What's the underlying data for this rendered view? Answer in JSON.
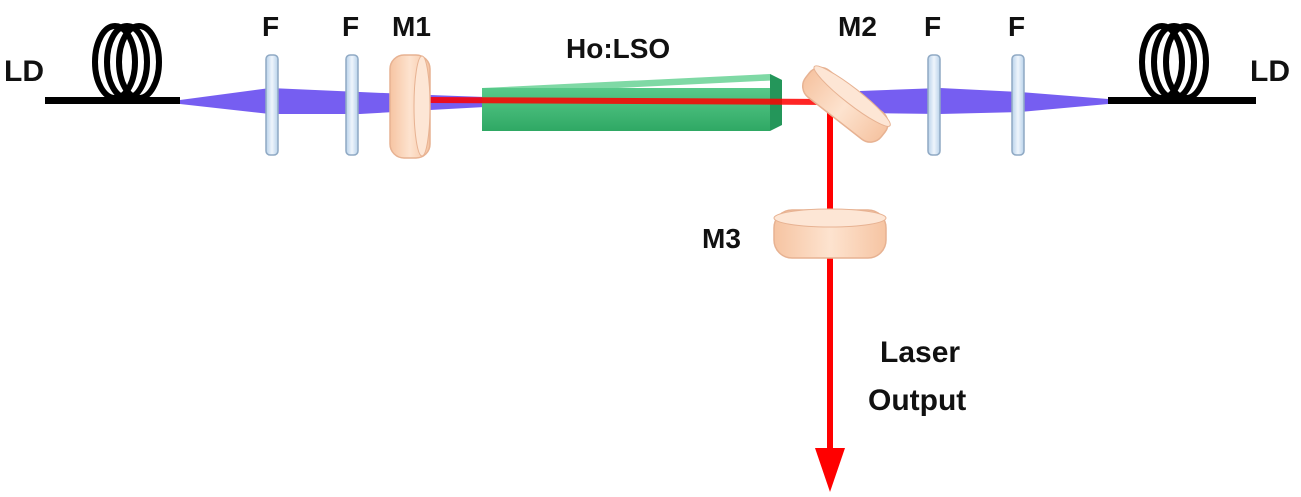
{
  "labels": {
    "ld_left": "LD",
    "ld_right": "LD",
    "filter_1": "F",
    "filter_2": "F",
    "filter_3": "F",
    "filter_4": "F",
    "mirror_1": "M1",
    "mirror_2": "M2",
    "mirror_3": "M3",
    "crystal": "Ho:LSO",
    "output_line1": "Laser",
    "output_line2": "Output"
  },
  "colors": {
    "pump_beam": "#6f55f0",
    "laser_beam": "#ff0000",
    "crystal": "#3cb371",
    "mirror": "#fbd4b8",
    "filter": "#cfe3f5",
    "fiber": "#000000"
  }
}
